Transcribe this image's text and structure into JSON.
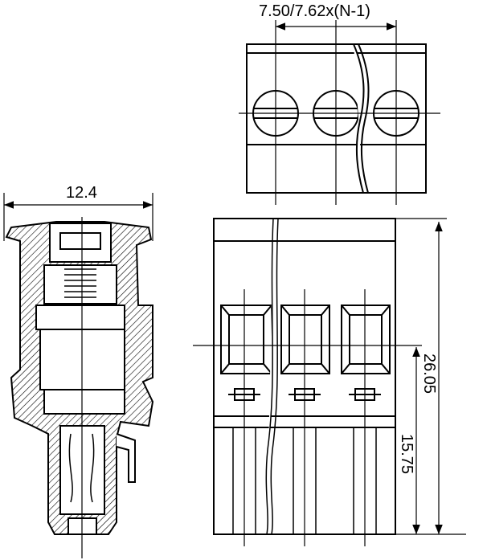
{
  "drawing": {
    "pitch_dimension": "7.50/7.62x(N-1)",
    "width_dimension": "12.4",
    "height_dimension": "26.05",
    "pin_height_dimension": "15.75"
  },
  "colors": {
    "line": "#000000",
    "background": "#ffffff"
  }
}
